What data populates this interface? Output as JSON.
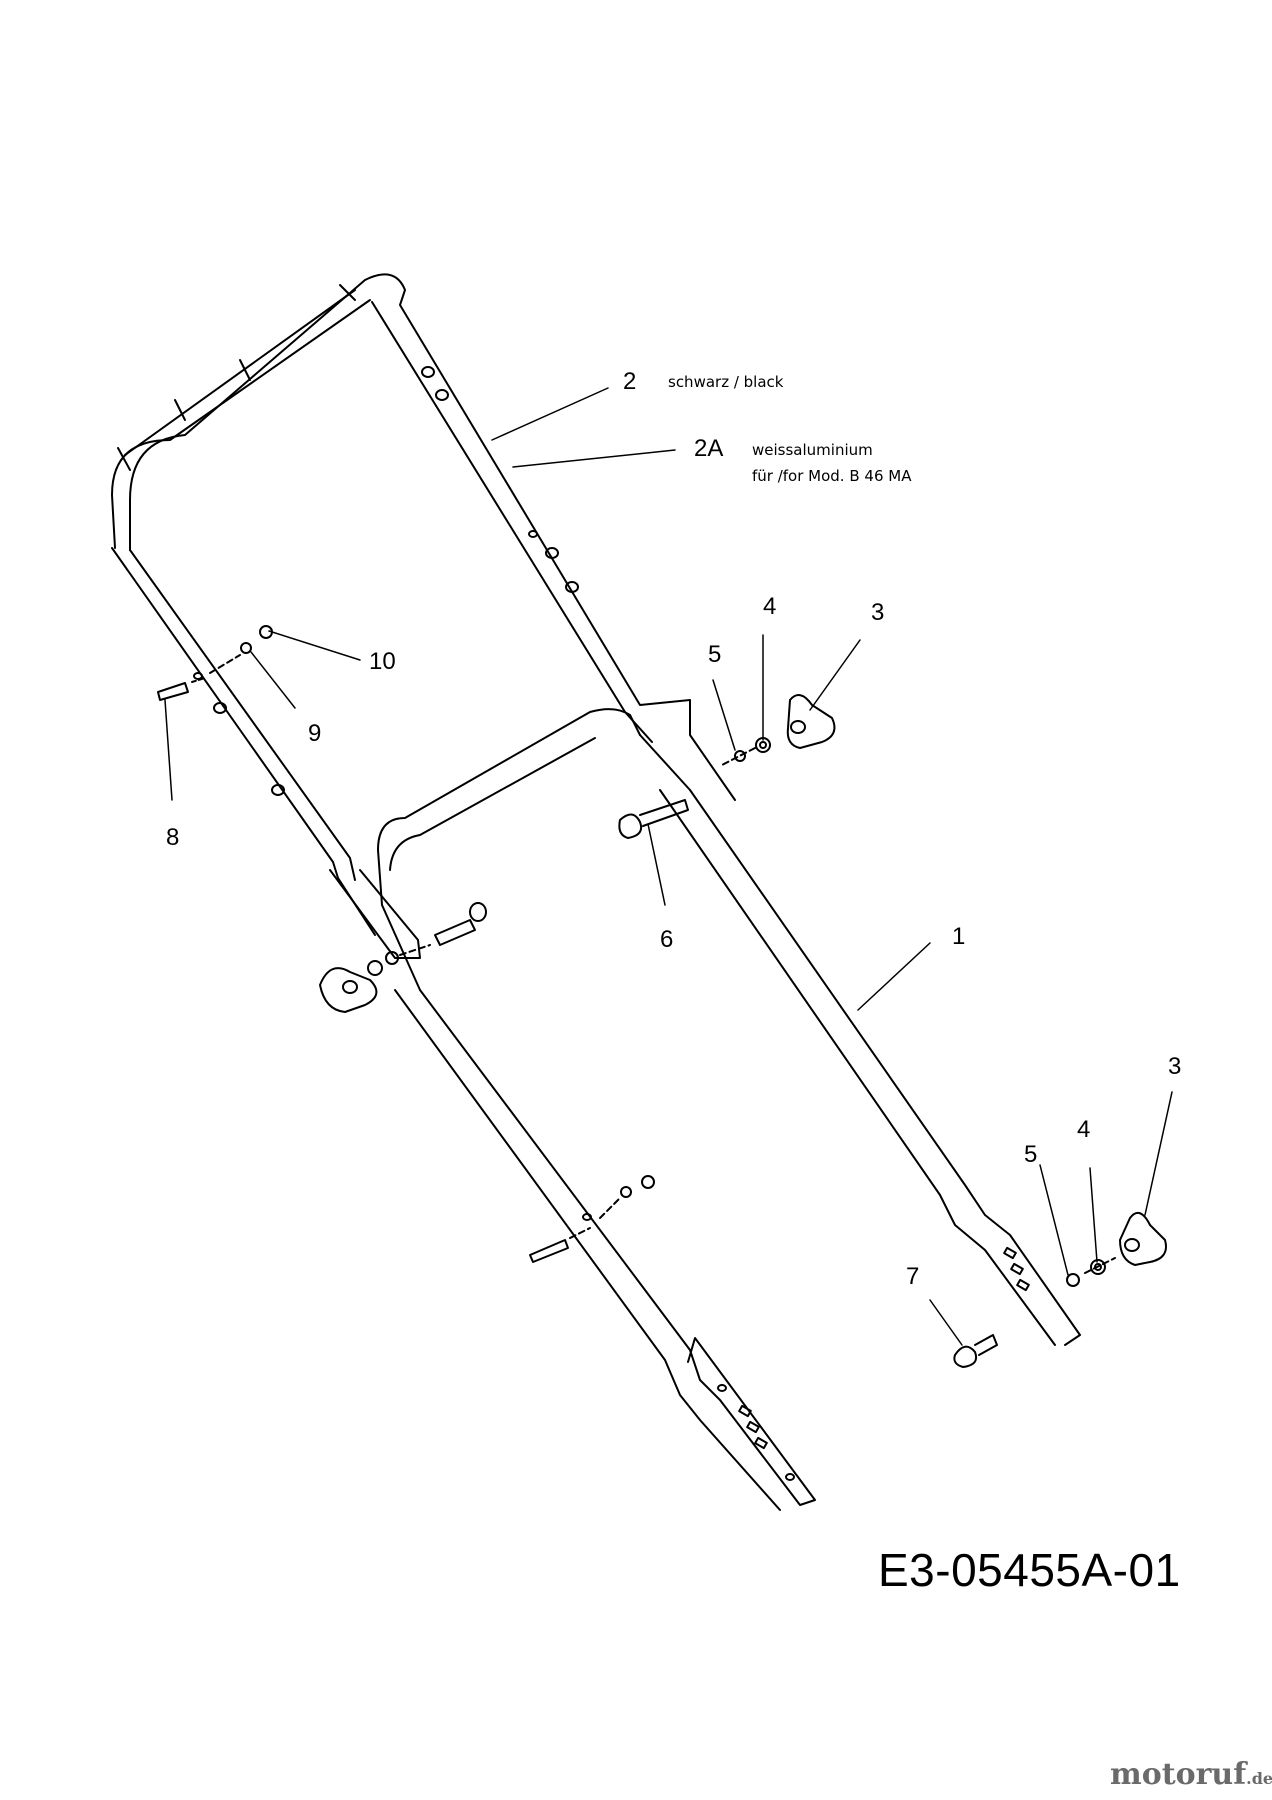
{
  "callouts": {
    "p1": "1",
    "p2": "2",
    "p2a": "2A",
    "p3_upper": "3",
    "p3_lower": "3",
    "p4_upper": "4",
    "p4_lower": "4",
    "p5_upper": "5",
    "p5_lower": "5",
    "p6": "6",
    "p7": "7",
    "p8": "8",
    "p9": "9",
    "p10": "10"
  },
  "notes": {
    "p2_color": "schwarz / black",
    "p2a_color": "weissaluminium",
    "p2a_model": "für /for Mod. B 46 MA"
  },
  "drawing_number": "E3-05455A-01",
  "watermark": {
    "name": "motoruf",
    "suffix": ".de"
  }
}
